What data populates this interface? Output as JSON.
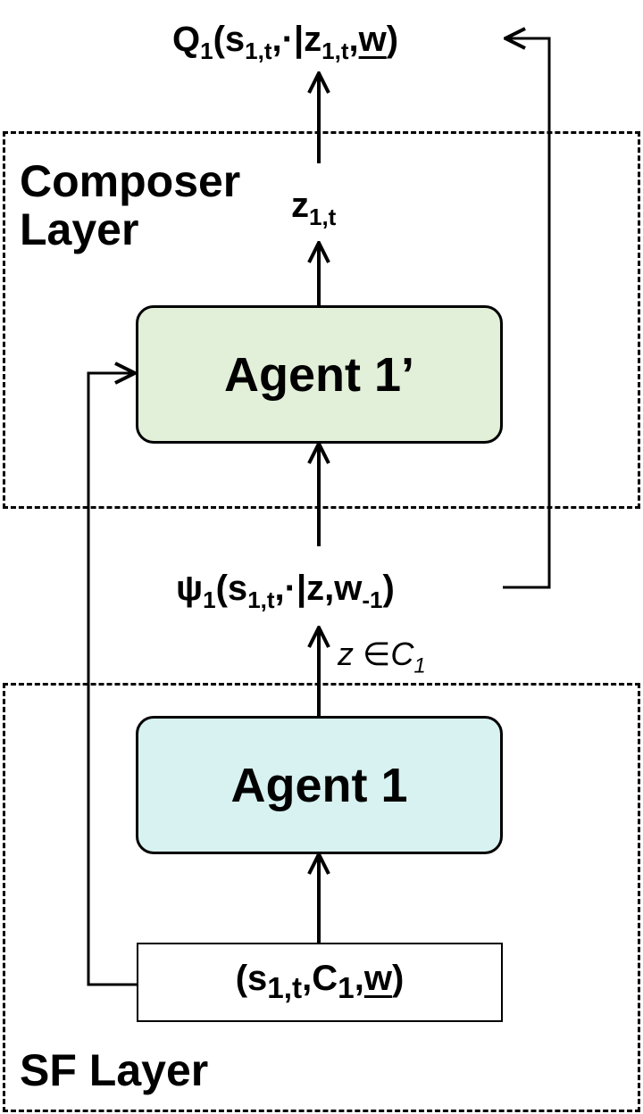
{
  "layers": {
    "composer": {
      "label_line1": "Composer",
      "label_line2": "Layer"
    },
    "sf": {
      "label": "SF Layer"
    }
  },
  "nodes": {
    "agent_prime": {
      "label": "Agent 1’",
      "fill": "#e2efd9"
    },
    "agent": {
      "label": "Agent 1",
      "fill": "#d7f2f0"
    },
    "input": {
      "open": "(s",
      "sub1": "1,t",
      "comma1": ",C",
      "sub2": "1",
      "comma2": ",",
      "w": "w",
      "close": ")"
    }
  },
  "labels": {
    "q_output": {
      "q": "Q",
      "q_sub": "1",
      "open": "(s",
      "s_sub": "1,t",
      "mid": ",·|z",
      "z_sub": "1,t",
      "comma": ",",
      "w": "w",
      "close": ")"
    },
    "z_label": {
      "z": "z",
      "z_sub": "1,t"
    },
    "psi_label": {
      "psi": "ψ",
      "psi_sub": "1",
      "open": "(s",
      "s_sub": "1,t",
      "mid": ",·|z,w",
      "w_sub": "-1",
      "close": ")"
    },
    "condition": {
      "z": "z",
      "in": "∈",
      "c": "C",
      "c_sub": "1"
    }
  },
  "colors": {
    "line": "#000000",
    "agent_prime_fill": "#e2efd9",
    "agent_fill": "#d7f2f0"
  }
}
